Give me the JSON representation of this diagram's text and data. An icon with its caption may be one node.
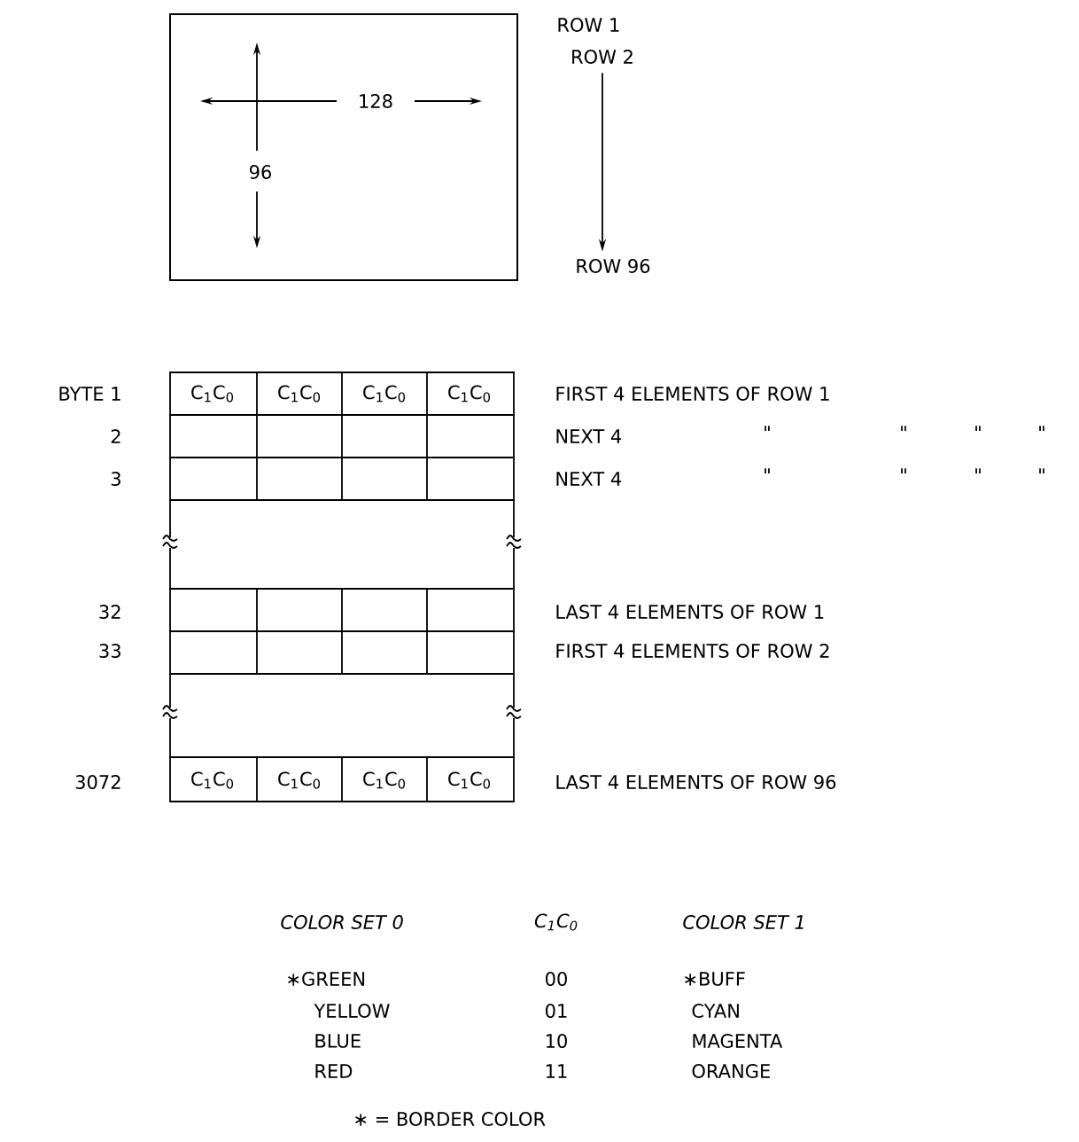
{
  "diagram": {
    "nodes": [
      {
        "text": [
          "ROW 2"
        ]
      },
      {
        "text": [
          "ROW 96"
        ]
      }
    ],
    "edges": [
      {
        "from": 0,
        "to": 1,
        "arrow": "to"
      }
    ],
    "labels": [
      "ROW 1",
      "128",
      "96",
      "BYTE 1",
      "C$_{1}$C$_{0}$",
      "C$_{1}$C$_{0}$",
      "C$_{1}$C$_{0}$",
      "C$_{1}$C$_{0}$",
      "FIRST 4 ELEMENTS OF ROW 1",
      "2",
      "NEXT 4",
      "\"",
      "\"",
      "\"",
      "\"",
      "3",
      "NEXT 4",
      "\"",
      "\"",
      "\"",
      "\"",
      "32",
      "LAST 4 ELEMENTS OF ROW 1",
      "33",
      "FIRST 4 ELEMENTS OF ROW 2",
      "3072",
      "C$_{1}$C$_{0}$",
      "C$_{1}$C$_{0}$",
      "C$_{1}$C$_{0}$",
      "C$_{1}$C$_{0}$",
      "LAST 4 ELEMENTS OF ROW 96",
      "COLOR SET 0",
      "C$_{1}$C$_{0}$",
      "COLOR SET 1",
      "∗GREEN",
      "00",
      "∗BUFF",
      "YELLOW",
      "01",
      "CYAN",
      "BLUE",
      "10",
      "MAGENTA",
      "RED",
      "11",
      "ORANGE",
      "∗ = BORDER COLOR"
    ]
  }
}
